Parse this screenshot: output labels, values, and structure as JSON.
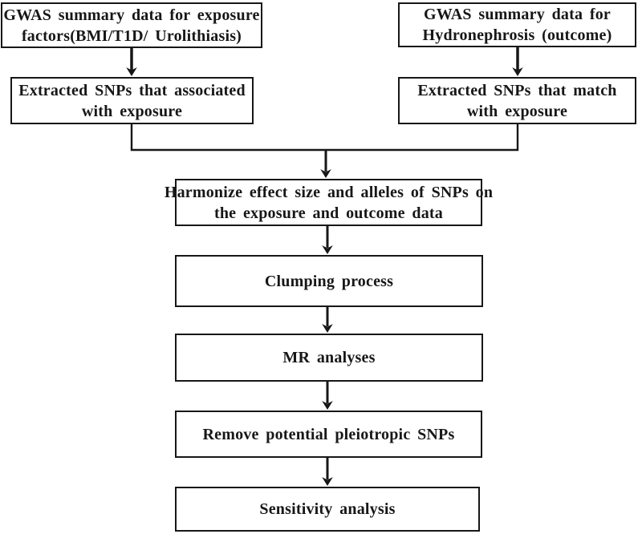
{
  "figure": {
    "type": "flowchart",
    "colors": {
      "ink": "#171717",
      "background": "#ffffff"
    },
    "boxes": {
      "exposure_gwas": {
        "lines": [
          "GWAS summary data for exposure",
          "factors(BMI/T1D/ Urolithiasis)"
        ]
      },
      "outcome_gwas": {
        "lines": [
          "GWAS summary data for",
          "Hydronephrosis (outcome)"
        ]
      },
      "extracted_exposure_snps": {
        "lines": [
          "Extracted SNPs that associated",
          "with exposure"
        ]
      },
      "extracted_outcome_snps": {
        "lines": [
          "Extracted SNPs that match",
          "with exposure"
        ]
      },
      "harmonize": {
        "lines": [
          "Harmonize effect size and alleles of SNPs on",
          "the exposure and outcome data"
        ]
      },
      "clumping": {
        "lines": [
          "Clumping process"
        ]
      },
      "mr_analyses": {
        "lines": [
          "MR analyses"
        ]
      },
      "remove_pleiotropic": {
        "lines": [
          "Remove potential pleiotropic SNPs"
        ]
      },
      "sensitivity": {
        "lines": [
          "Sensitivity analysis"
        ]
      }
    }
  }
}
